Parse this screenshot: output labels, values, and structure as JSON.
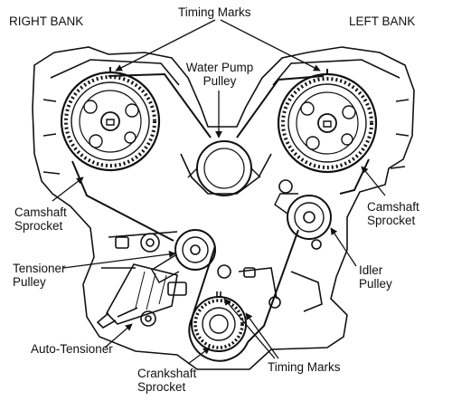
{
  "labels": {
    "right_bank": "RIGHT BANK",
    "left_bank": "LEFT BANK",
    "timing_marks_top": "Timing Marks",
    "water_pump_1": "Water Pump",
    "water_pump_2": "Pulley",
    "camshaft_right_1": "Camshaft",
    "camshaft_right_2": "Sprocket",
    "camshaft_left_1": "Camshaft",
    "camshaft_left_2": "Sprocket",
    "tensioner_1": "Tensioner",
    "tensioner_2": "Pulley",
    "idler_1": "Idler",
    "idler_2": "Pulley",
    "auto_tensioner": "Auto-Tensioner",
    "crankshaft_1": "Crankshaft",
    "crankshaft_2": "Sprocket",
    "timing_marks_bottom": "Timing Marks"
  },
  "colors": {
    "ink": "#111111",
    "paper": "#ffffff"
  }
}
